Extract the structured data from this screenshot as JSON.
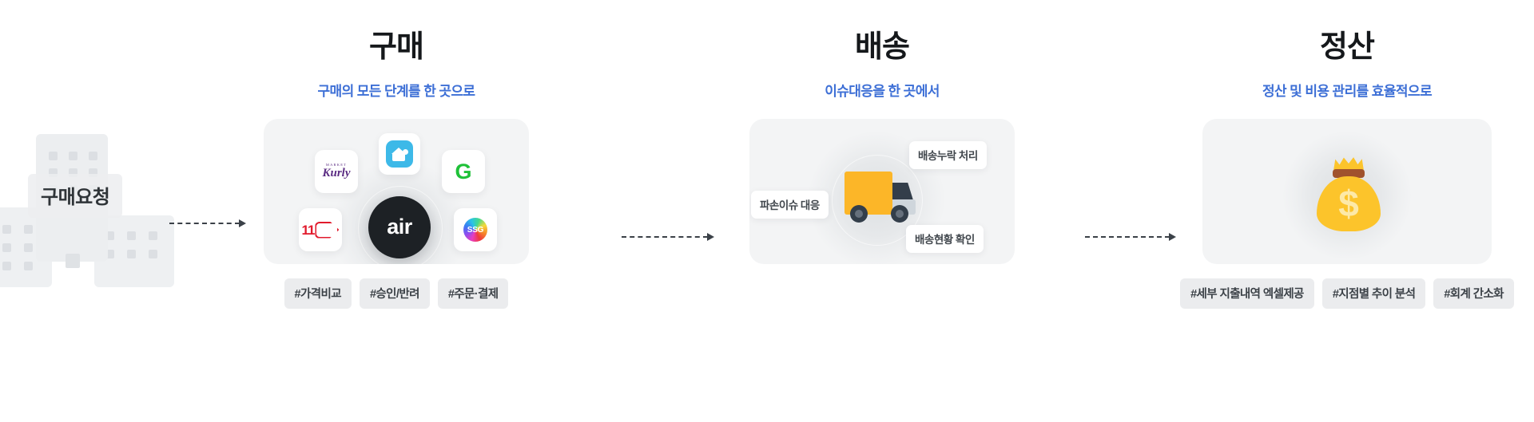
{
  "origin": {
    "label": "구매요청",
    "icon": "building-icon"
  },
  "arrows": {
    "icon": "dotted-arrow-right-icon"
  },
  "steps": [
    {
      "id": "purchase",
      "title": "구매",
      "subtitle": "구매의 모든 단계를 한 곳으로",
      "subtitle_color": "#3d6fd6",
      "card": {
        "type": "logo-cluster",
        "center_logo": "air",
        "logos": [
          {
            "name": "kurly-logo",
            "top_text": "MARKET",
            "text": "Kurly",
            "color": "#5b2c83"
          },
          {
            "name": "market-house-logo",
            "text": "",
            "color": "#3db9e8"
          },
          {
            "name": "g-logo",
            "text": "G",
            "color": "#1fc138"
          },
          {
            "name": "eleven-street-logo",
            "text": "11",
            "color": "#e11a2c"
          },
          {
            "name": "ssg-logo",
            "text": "SSG",
            "color": "#ffffff"
          }
        ]
      },
      "tags": [
        "#가격비교",
        "#승인/반려",
        "#주문·결제"
      ]
    },
    {
      "id": "delivery",
      "title": "배송",
      "subtitle": "이슈대응을 한 곳에서",
      "subtitle_color": "#3d6fd6",
      "card": {
        "type": "truck-illustration",
        "truck_body_color": "#fcb628",
        "truck_cab_color": "#333e4a",
        "chips": [
          {
            "name": "chip-missed-delivery",
            "label": "배송누락 처리"
          },
          {
            "name": "chip-damage-issue",
            "label": "파손이슈 대응"
          },
          {
            "name": "chip-delivery-status",
            "label": "배송현황 확인"
          }
        ]
      },
      "tags": []
    },
    {
      "id": "settlement",
      "title": "정산",
      "subtitle": "정산 및 비용 관리를 효율적으로",
      "subtitle_color": "#3d6fd6",
      "card": {
        "type": "moneybag-illustration",
        "bag_color": "#fcc42b",
        "tie_color": "#a0522d",
        "symbol": "$"
      },
      "tags": [
        "#세부 지출내역 엑셀제공",
        "#지점별 추이 분석",
        "#회계 간소화"
      ]
    }
  ]
}
